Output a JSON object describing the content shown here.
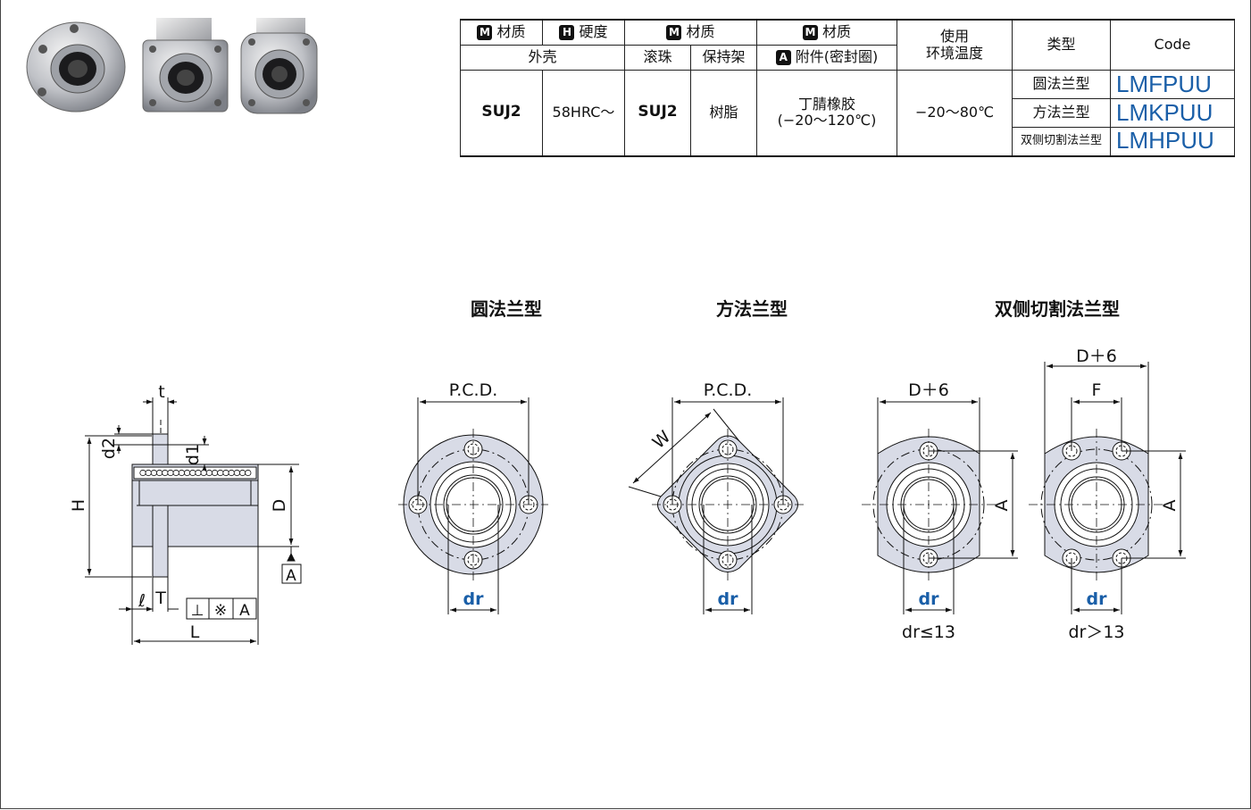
{
  "table": {
    "header_row1": [
      {
        "tag": "M",
        "text": "材质"
      },
      {
        "tag": "H",
        "text": "硬度"
      },
      {
        "tag": "M",
        "text": "材质"
      },
      {
        "tag": "M",
        "text": "材质"
      },
      {
        "text": "使用"
      },
      {
        "text": "类型"
      },
      {
        "text": "Code"
      }
    ],
    "header_row2": {
      "outer_shell": "外壳",
      "ball": "滚珠",
      "retainer": "保持架",
      "accessory_tag": "A",
      "accessory": "附件(密封圈)",
      "env_temp": "环境温度"
    },
    "body": {
      "shell_material": "SUJ2",
      "hardness": "58HRC～",
      "ball_material": "SUJ2",
      "retainer_material": "树脂",
      "seal_line1": "丁腈橡胶",
      "seal_line2": "(−20～120℃)",
      "temperature": "−20～80℃"
    },
    "types": [
      {
        "name": "圆法兰型",
        "code": "LMFPUU"
      },
      {
        "name": "方法兰型",
        "code": "LMKPUU"
      },
      {
        "name": "双侧切割法兰型",
        "code": "LMHPUU"
      }
    ]
  },
  "sections": {
    "round": "圆法兰型",
    "square": "方法兰型",
    "cut": "双侧切割法兰型"
  },
  "dims": {
    "t": "t",
    "d2": "d2",
    "d1": "d1",
    "H": "H",
    "D": "D",
    "datum": "A",
    "ell": "ℓ",
    "T": "T",
    "L": "L",
    "tol_perp": "⊥",
    "tol_mark": "※",
    "tol_datum": "A",
    "pcd": "P.C.D.",
    "W": "W",
    "dr": "dr",
    "d6": "D＋6",
    "A": "A",
    "F": "F",
    "cond_small": "dr≤13",
    "cond_large": "dr＞13"
  },
  "colors": {
    "accent_blue": "#1a5fa8",
    "part_fill": "#d8dbe6",
    "line": "#111111"
  }
}
